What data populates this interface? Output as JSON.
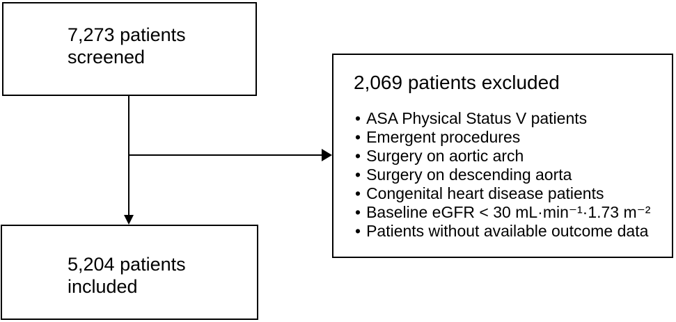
{
  "figure": {
    "type": "flow-diagram",
    "colors": {
      "background": "#ffffff",
      "border": "#000000",
      "text": "#000000",
      "arrow": "#000000"
    },
    "boxes": {
      "screened": {
        "lines": [
          "7,273 patients",
          "screened"
        ]
      },
      "included": {
        "lines": [
          "5,204 patients",
          "included"
        ]
      },
      "excluded": {
        "title": "2,069 patients excluded",
        "bullet_char": "•",
        "items": [
          "ASA Physical Status V patients",
          "Emergent procedures",
          "Surgery on aortic arch",
          "Surgery on descending aorta",
          "Congenital heart disease patients",
          "Baseline eGFR < 30 mL·min⁻¹·1.73 m⁻²",
          "Patients without available outcome data"
        ]
      }
    },
    "arrows": [
      {
        "from": "screened",
        "to": "included",
        "direction": "down"
      },
      {
        "from": "screened",
        "to": "excluded",
        "direction": "right"
      }
    ]
  }
}
